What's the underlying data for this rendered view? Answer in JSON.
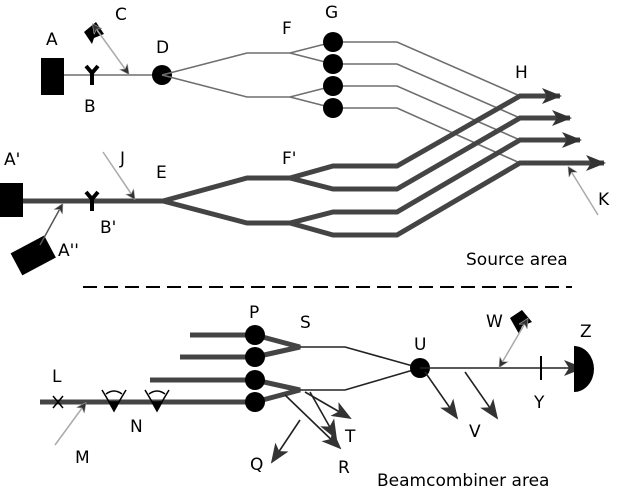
{
  "labels": {
    "A": "A",
    "B": "B",
    "C": "C",
    "D": "D",
    "E": "E",
    "F": "F",
    "G": "G",
    "H": "H",
    "A_prime": "A'",
    "A_double_prime": "A''",
    "B_prime": "B'",
    "F_prime": "F'",
    "J": "J",
    "K": "K",
    "L": "L",
    "M": "M",
    "N": "N",
    "P": "P",
    "Q": "Q",
    "R": "R",
    "S": "S",
    "T": "T",
    "U": "U",
    "V": "V",
    "W": "W",
    "Y": "Y",
    "Z": "Z"
  },
  "areas": {
    "source": "Source area",
    "beamcombiner": "Beamcombiner area"
  }
}
